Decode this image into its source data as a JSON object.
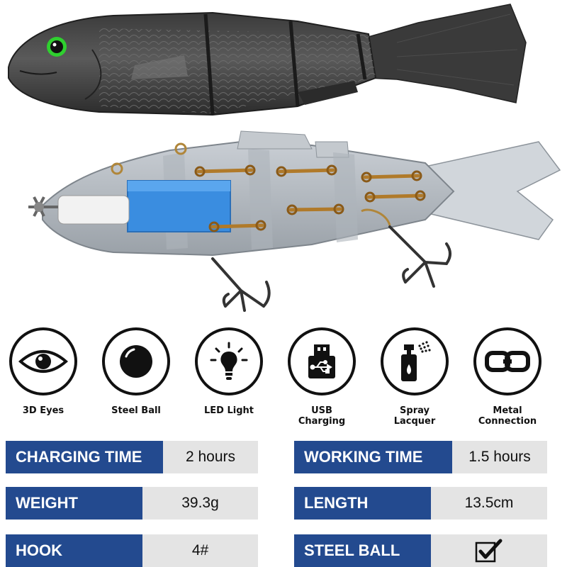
{
  "features": [
    {
      "icon": "eye-icon",
      "label_lines": [
        "3D Eyes"
      ]
    },
    {
      "icon": "steel-ball-icon",
      "label_lines": [
        "Steel Ball"
      ]
    },
    {
      "icon": "light-bulb-icon",
      "label_lines": [
        "LED Light"
      ]
    },
    {
      "icon": "usb-icon",
      "label_lines": [
        "USB",
        "Charging"
      ]
    },
    {
      "icon": "spray-bottle-icon",
      "label_lines": [
        "Spray",
        "Lacquer"
      ]
    },
    {
      "icon": "chain-link-icon",
      "label_lines": [
        "Metal",
        "Connection"
      ]
    }
  ],
  "specs": [
    {
      "label": "CHARGING TIME",
      "value": "2 hours"
    },
    {
      "label": "WORKING TIME",
      "value": "1.5 hours"
    },
    {
      "label": "WEIGHT",
      "value": "39.3g"
    },
    {
      "label": "LENGTH",
      "value": "13.5cm"
    },
    {
      "label": "HOOK",
      "value": "4#"
    },
    {
      "label": "STEEL BALL",
      "value": "",
      "icon": "checkmark-icon"
    }
  ],
  "colors": {
    "spec_label_bg": "#234a8f",
    "spec_value_bg": "#e4e4e4",
    "eye_ring": "#2fd02f"
  }
}
